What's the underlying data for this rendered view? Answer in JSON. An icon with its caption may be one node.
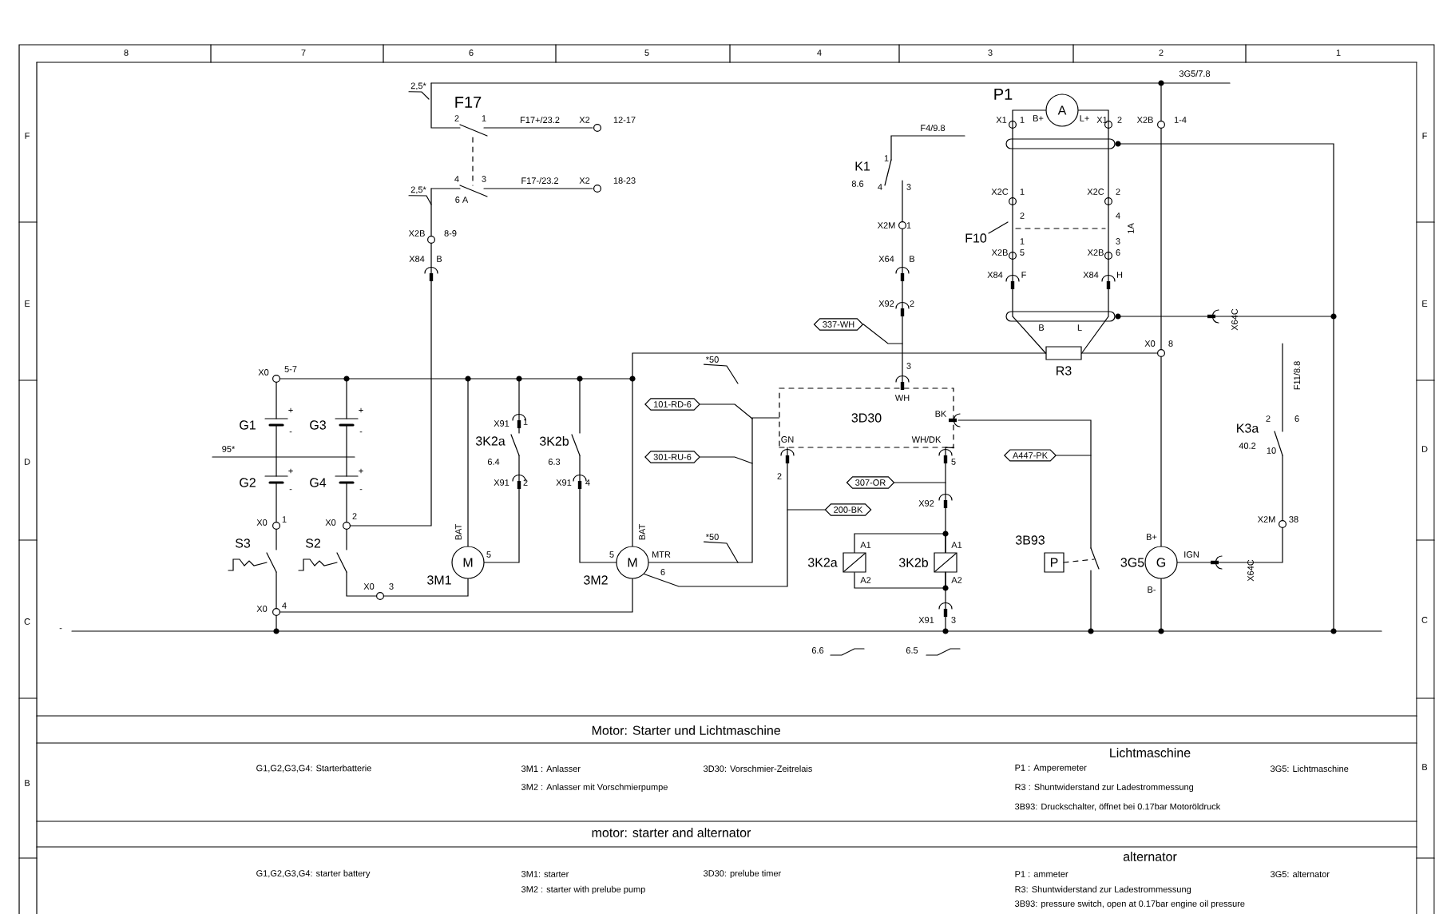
{
  "diagram": {
    "nodes": [
      {
        "text": [
          "A"
        ],
        "beside": [
          "P1"
        ]
      },
      {
        "text": [
          "M"
        ],
        "beside": [
          "3M1"
        ]
      },
      {
        "text": [
          "M"
        ],
        "beside": [
          "3M2"
        ]
      },
      {
        "text": [
          "G"
        ],
        "beside": [
          "3G5"
        ]
      },
      {
        "text": [
          "3D30"
        ]
      },
      {
        "text": [],
        "shape": "box",
        "beside": [
          "R3"
        ]
      },
      {
        "text": [
          "337-WH"
        ]
      },
      {
        "text": [
          "101-RD-6"
        ]
      },
      {
        "text": [
          "301-RU-6"
        ]
      },
      {
        "text": [
          "307-OR"
        ]
      },
      {
        "text": [
          "200-BK"
        ]
      },
      {
        "text": [
          "A447-PK"
        ]
      },
      {
        "text": [],
        "shape": "box",
        "beside": [
          "3K2a"
        ]
      },
      {
        "text": [],
        "shape": "box",
        "beside": [
          "3K2b"
        ]
      },
      {
        "text": [
          "P"
        ],
        "beside": [
          "3B93"
        ]
      },
      {
        "text": [
          "2,5*"
        ]
      },
      {
        "text": [
          "2,5*"
        ]
      },
      {
        "text": [
          "*50"
        ]
      },
      {
        "text": [
          "*50"
        ]
      }
    ],
    "edges": [
      {
        "from": 0,
        "to": 5,
        "arrow": "none"
      },
      {
        "from": 0,
        "to": 5,
        "arrow": "none"
      },
      {
        "from": 2,
        "to": 4,
        "arrow": "none"
      },
      {
        "from": 2,
        "to": 4,
        "arrow": "none"
      },
      {
        "from": 4,
        "to": 13,
        "arrow": "none"
      },
      {
        "from": 12,
        "to": 13,
        "arrow": "none"
      },
      {
        "from": 12,
        "to": 13,
        "arrow": "none"
      },
      {
        "from": 6,
        "to": null,
        "arrow": "none"
      },
      {
        "from": 7,
        "to": null,
        "arrow": "none"
      },
      {
        "from": 8,
        "to": null,
        "arrow": "none"
      },
      {
        "from": 9,
        "to": null,
        "arrow": "none"
      },
      {
        "from": 10,
        "to": null,
        "arrow": "none"
      },
      {
        "from": 11,
        "to": null,
        "arrow": "none"
      },
      {
        "from": 15,
        "to": null,
        "arrow": "none"
      },
      {
        "from": 16,
        "to": null,
        "arrow": "none"
      },
      {
        "from": 17,
        "to": null,
        "arrow": "none"
      },
      {
        "from": 18,
        "to": null,
        "arrow": "none"
      }
    ],
    "labels": [
      "8",
      "7",
      "6",
      "5",
      "4",
      "3",
      "2",
      "1",
      "F",
      "F",
      "3G5/7.8",
      "F17",
      "2",
      "1",
      "F17+/23.2",
      "X2",
      "12-17",
      "X1",
      "1",
      "B+",
      "L+",
      "X1",
      "2",
      "X2B",
      "1-4",
      "F4/9.8",
      "K1",
      "1",
      "8.6",
      "4",
      "3",
      "4",
      "3",
      "F17-/23.2",
      "X2",
      "18-23",
      "6 A",
      "X2C",
      "1",
      "X2C",
      "2",
      "2",
      "4",
      "X2M",
      "1",
      "X2B",
      "8-9",
      "F10",
      "1A",
      "1",
      "3",
      "X2B",
      "5",
      "X2B",
      "6",
      "X84",
      "B",
      "X64",
      "B",
      "X84",
      "F",
      "X84",
      "H",
      "E",
      "X92",
      "2",
      "X64C",
      "E",
      "B",
      "L",
      "X0",
      "8",
      "3",
      "F11/8.8",
      "X0",
      "5-7",
      "WH",
      "G1",
      "+",
      "-",
      "G3",
      "+",
      "-",
      "X91",
      "1",
      "BK",
      "K3a",
      "2",
      "6",
      "95*",
      "3K2a",
      "3K2b",
      "GN",
      "WH/DK",
      "40.2",
      "10",
      "D",
      "D",
      "6.4",
      "6.3",
      "5",
      "G2",
      "+",
      "-",
      "G4",
      "+",
      "-",
      "X91",
      "2",
      "X91",
      "4",
      "2",
      "X92",
      "X2M",
      "38",
      "X0",
      "1",
      "X0",
      "2",
      "S3",
      "S2",
      "BAT",
      "BAT",
      "A1",
      "A1",
      "B+",
      "5",
      "5",
      "MTR",
      "IGN",
      "6",
      "X64C",
      "A2",
      "A2",
      "B-",
      "X0",
      "3",
      "X0",
      "4",
      "C",
      "-",
      "X91",
      "3",
      "C",
      "6.6",
      "6.5",
      "Motor: Starter und Lichtmaschine",
      "B",
      "B",
      "Lichtmaschine",
      "G1,G2,G3,G4: Starterbatterie",
      "3M1 : Anlasser",
      "3D30: Vorschmier-Zeitrelais",
      "P1 : Amperemeter",
      "3G5: Lichtmaschine",
      "3M2 : Anlasser mit Vorschmierpumpe",
      "R3 : Shuntwiderstand zur Ladestrommessung",
      "3B93: Druckschalter, öffnet bei 0.17bar Motoröldruck",
      "motor: starter and alternator",
      "alternator",
      "G1,G2,G3,G4: starter battery",
      "3M1: starter",
      "3D30: prelube timer",
      "P1 : ammeter",
      "3G5: alternator",
      "3M2 : starter with prelube pump",
      "R3: Shuntwiderstand zur Ladestrommessung",
      "3B93: pressure switch, open at 0.17bar engine oil pressure"
    ]
  }
}
